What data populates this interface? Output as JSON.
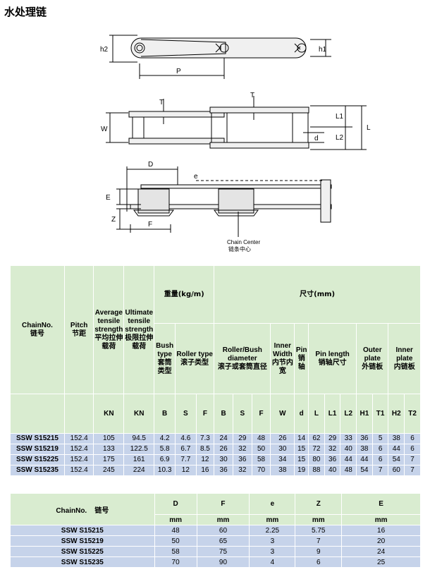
{
  "title": "水处理链",
  "drawing": {
    "top_labels": {
      "h2": "h2",
      "h1": "h1",
      "p": "P"
    },
    "mid_labels": {
      "t_left": "T",
      "t_right": "T",
      "w": "W",
      "l1": "L1",
      "l2": "L2",
      "l": "L",
      "d": "d"
    },
    "bot_labels": {
      "d_big": "D",
      "e_small": "e",
      "e_big": "E",
      "z": "Z",
      "f": "F",
      "center_en": "Chain Center",
      "center_cn": "链条中心"
    }
  },
  "table1": {
    "h_chain_no": "ChainNo.",
    "h_chain_no_cn": "链号",
    "h_pitch": "Pitch",
    "h_pitch_cn": "节距",
    "h_avg": "Average tensile strength",
    "h_avg_cn": "平均拉伸载荷",
    "h_ult": "Ultimate tensile strength",
    "h_ult_cn": "极限拉伸载荷",
    "h_weight": "重量(kg/m)",
    "h_dim": "尺寸(mm)",
    "h_bush_type": "Bush type",
    "h_bush_type_cn": "套筒类型",
    "h_roller_type": "Roller type",
    "h_roller_type_cn": "滚子类型",
    "h_roller_dia": "Roller/Bush diameter",
    "h_roller_dia_cn": "滚子或套筒直径",
    "h_inner_width": "Inner Width",
    "h_inner_width_cn": "内节内宽",
    "h_pin": "Pin",
    "h_pin_cn": "销轴",
    "h_pin_len": "Pin length",
    "h_pin_len_cn": "销轴尺寸",
    "h_outer": "Outer plate",
    "h_outer_cn": "外链板",
    "h_inner": "Inner plate",
    "h_inner_cn": "内链板",
    "units": [
      "KN",
      "KN",
      "B",
      "S",
      "F",
      "B",
      "S",
      "F",
      "W",
      "d",
      "L",
      "L1",
      "L2",
      "H1",
      "T1",
      "H2",
      "T2"
    ],
    "rows": [
      [
        "SSW S15215",
        "152.4",
        "105",
        "94.5",
        "4.2",
        "4.6",
        "7.3",
        "24",
        "29",
        "48",
        "26",
        "14",
        "62",
        "29",
        "33",
        "36",
        "5",
        "38",
        "6"
      ],
      [
        "SSW S15219",
        "152.4",
        "133",
        "122.5",
        "5.8",
        "6.7",
        "8.5",
        "26",
        "32",
        "50",
        "30",
        "15",
        "72",
        "32",
        "40",
        "38",
        "6",
        "44",
        "6"
      ],
      [
        "SSW S15225",
        "152.4",
        "175",
        "161",
        "6.9",
        "7.7",
        "12",
        "30",
        "36",
        "58",
        "34",
        "15",
        "80",
        "36",
        "44",
        "44",
        "6",
        "54",
        "7"
      ],
      [
        "SSW S15235",
        "152.4",
        "245",
        "224",
        "10.3",
        "12",
        "16",
        "36",
        "32",
        "70",
        "38",
        "19",
        "88",
        "40",
        "48",
        "54",
        "7",
        "60",
        "7"
      ]
    ]
  },
  "table2": {
    "h_chain_no": "ChainNo.",
    "h_chain_no_cn": "链号",
    "cols": [
      "D",
      "F",
      "e",
      "Z",
      "E"
    ],
    "unit": "mm",
    "rows": [
      [
        "SSW S15215",
        "48",
        "60",
        "2.25",
        "5.75",
        "16"
      ],
      [
        "SSW S15219",
        "50",
        "65",
        "3",
        "7",
        "20"
      ],
      [
        "SSW S15225",
        "58",
        "75",
        "3",
        "9",
        "24"
      ],
      [
        "SSW S15235",
        "70",
        "90",
        "4",
        "6",
        "25"
      ]
    ]
  }
}
